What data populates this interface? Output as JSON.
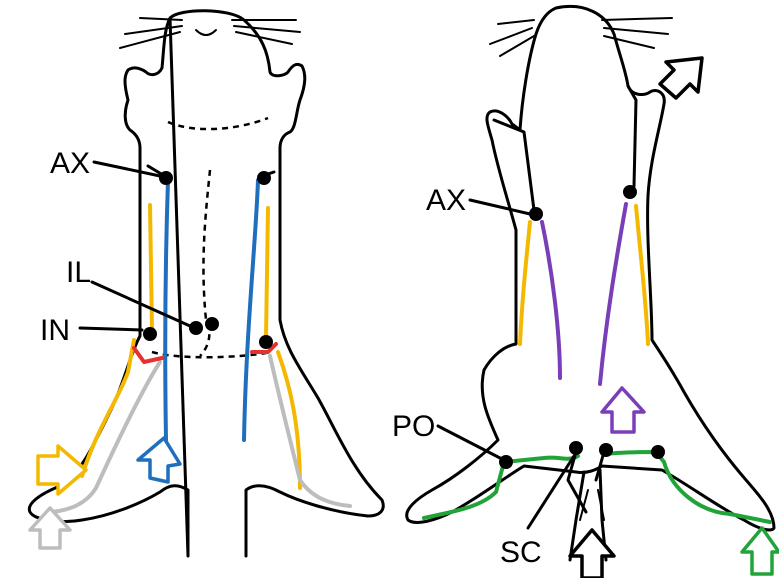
{
  "labels": {
    "ax_left": "AX",
    "il": "IL",
    "in": "IN",
    "ax_right": "AX",
    "po": "PO",
    "sc": "SC"
  },
  "colors": {
    "outline": "#000000",
    "yellow": "#f5b800",
    "blue": "#1f6fbd",
    "gray": "#bdbdbd",
    "red": "#e8312f",
    "purple": "#7a3fb8",
    "green": "#21a33a",
    "arrow_black": "#000000"
  }
}
